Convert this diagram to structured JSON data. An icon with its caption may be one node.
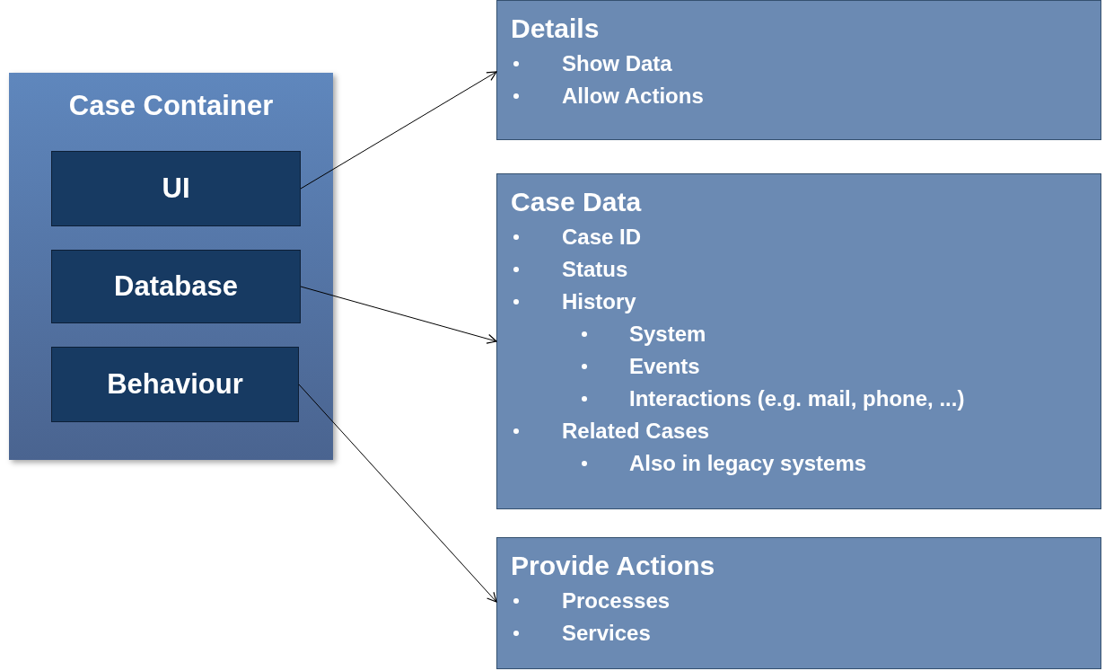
{
  "diagram": {
    "nodes": [
      {
        "text": [
          "Case Container"
        ]
      },
      {
        "text": [
          "UI"
        ],
        "in": 0
      },
      {
        "text": [
          "Database"
        ],
        "in": 0
      },
      {
        "text": [
          "Behaviour"
        ],
        "in": 0
      },
      {
        "text": [
          "Details",
          "Show Data",
          "Allow Actions"
        ]
      },
      {
        "text": [
          "Case Data",
          "Case ID",
          "Status",
          "History",
          "System",
          "Events",
          "Interactions (e.g. mail, phone, ...)",
          "Related Cases",
          "Also in legacy systems"
        ]
      },
      {
        "text": [
          "Provide Actions",
          "Processes",
          "Services"
        ]
      }
    ],
    "edges": [
      {
        "from": 1,
        "to": 4,
        "arrow": "to"
      },
      {
        "from": 2,
        "to": 5,
        "arrow": "to"
      },
      {
        "from": 3,
        "to": 6,
        "arrow": "to"
      }
    ]
  }
}
